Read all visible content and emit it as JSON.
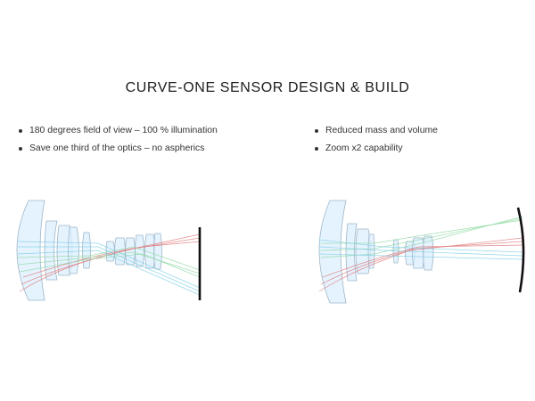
{
  "title": "CURVE-ONE SENSOR DESIGN & BUILD",
  "left_bullets": [
    "180 degrees field of view – 100 % illumination",
    "Save one third of the optics – no aspherics"
  ],
  "right_bullets": [
    "Reduced mass and volume",
    "Zoom x2 capability"
  ],
  "colors": {
    "lens_fill": "#dcefff",
    "lens_stroke": "#9fb6c8",
    "ray_red": "#e07a7a",
    "ray_green": "#8fd9a3",
    "ray_blue": "#7ecfe6",
    "sensor": "#111111"
  }
}
